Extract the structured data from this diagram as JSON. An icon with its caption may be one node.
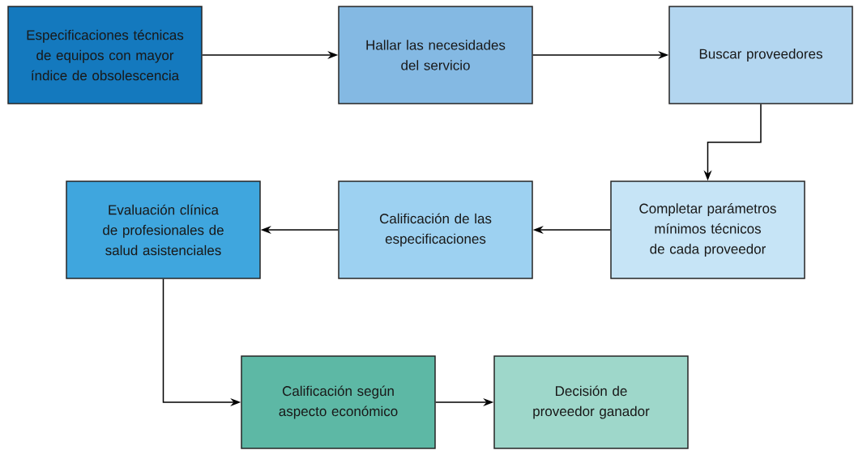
{
  "diagram": {
    "nodes": [
      {
        "text": [
          "Especificaciones técnicas de equipos con mayor índice de obsolescencia"
        ]
      },
      {
        "text": [
          "Hallar las necesidades del servicio"
        ]
      },
      {
        "text": [
          "Buscar proveedores"
        ]
      },
      {
        "text": [
          "Completar parámetros mínimos técnicos de cada proveedor"
        ]
      },
      {
        "text": [
          "Calificación de las especificaciones"
        ]
      },
      {
        "text": [
          "Evaluación clínica de profesionales de salud asistenciales"
        ]
      },
      {
        "text": [
          "Calificación según aspecto económico"
        ]
      },
      {
        "text": [
          "Decisión de proveedor ganador"
        ]
      }
    ],
    "edges": [
      {
        "from": 0,
        "to": 1,
        "arrow": "to"
      },
      {
        "from": 1,
        "to": 2,
        "arrow": "to"
      },
      {
        "from": 2,
        "to": 3,
        "arrow": "to"
      },
      {
        "from": 3,
        "to": 4,
        "arrow": "to"
      },
      {
        "from": 4,
        "to": 5,
        "arrow": "to"
      },
      {
        "from": 5,
        "to": 6,
        "arrow": "to"
      },
      {
        "from": 6,
        "to": 7,
        "arrow": "to"
      }
    ]
  }
}
